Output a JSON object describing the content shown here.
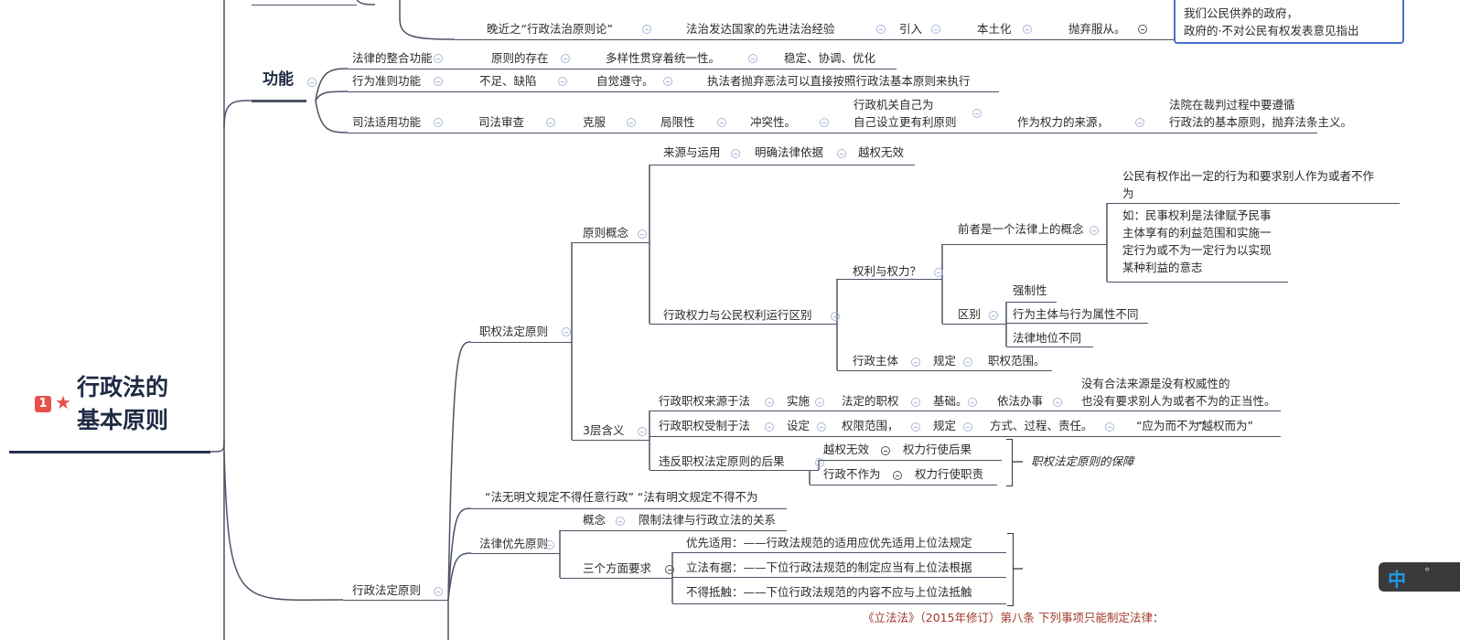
{
  "root": {
    "badge": "1",
    "title_line1": "行政法的",
    "title_line2": "基本原则"
  },
  "top": {
    "n1": "晚近之“行政法治原则论”",
    "n2": "法治发达国家的先进法治经验",
    "n3": "引入",
    "n4": "本土化",
    "n5": "抛弃服从。",
    "note1": "我们公民供养的政府，",
    "note2": "政府的·不对公民有权发表意见指出"
  },
  "func": {
    "label": "功能",
    "r1": [
      "法律的整合功能",
      "原则的存在",
      "多样性贯穿着统一性。",
      "稳定、协调、优化"
    ],
    "r2": [
      "行为准则功能",
      "不足、缺陷",
      "自觉遵守。",
      "执法者抛弃恶法可以直接按照行政法基本原则来执行"
    ],
    "r3": [
      "司法适用功能",
      "司法审查",
      "克服",
      "局限性",
      "冲突性。",
      "行政机关自己为",
      "自己设立更有利原则",
      "作为权力的来源，",
      "法院在裁判过程中要遵循",
      "行政法的基本原则，抛弃法条主义。"
    ]
  },
  "zqfd": {
    "label": "职权法定原则",
    "concept": "原则概念",
    "src": [
      "来源与运用",
      "明确法律依据",
      "越权无效"
    ],
    "diff": "行政权力与公民权利运行区别",
    "qlql": "权利与权力？",
    "former": "前者是一个法律上的概念",
    "citizen1": "公民有权作出一定的行为和要求别人作为或者不作",
    "citizen2": "为",
    "eg": [
      "如：民事权利是法律赋予民事",
      "主体享有的利益范围和实施一",
      "定行为或不为一定行为以实现",
      "某种利益的意志"
    ],
    "qb": "区别",
    "qb_items": [
      "强制性",
      "行为主体与行为属性不同",
      "法律地位不同"
    ],
    "subj": [
      "行政主体",
      "规定",
      "职权范围。"
    ],
    "three": "3层含义",
    "m1": [
      "行政职权来源于法",
      "实施",
      "法定的职权",
      "基础。",
      "依法办事",
      "没有合法来源是没有权威性的",
      "也没有要求别人为或者不为的正当性。"
    ],
    "m2": [
      "行政职权受制于法",
      "设定",
      "权限范围，",
      "规定",
      "方式、过程、责任。",
      "“应为而不为”",
      "“越权而为”"
    ],
    "m3": "违反职权法定原则的后果",
    "m3a": [
      "越权无效",
      "权力行使后果"
    ],
    "m3b": [
      "行政不作为",
      "权力行使职责"
    ],
    "guarantee": "职权法定原则的保障"
  },
  "xzfd": {
    "label": "行政法定原则",
    "quote": "“法无明文规定不得任意行政” “法有明文规定不得不为",
    "lyyx": "法律优先原则",
    "concept": [
      "概念",
      "限制法律与行政立法的关系"
    ],
    "req": "三个方面要求",
    "req_items": [
      "优先适用：——行政法规范的适用应优先适用上位法规定",
      "立法有据：——下位行政法规范的制定应当有上位法根据",
      "不得抵触：——下位行政法规范的内容不应与上位法抵触"
    ],
    "law": "《立法法》（2015年修订）第八条 下列事项只能制定法律："
  },
  "widget": {
    "ime": "中"
  }
}
